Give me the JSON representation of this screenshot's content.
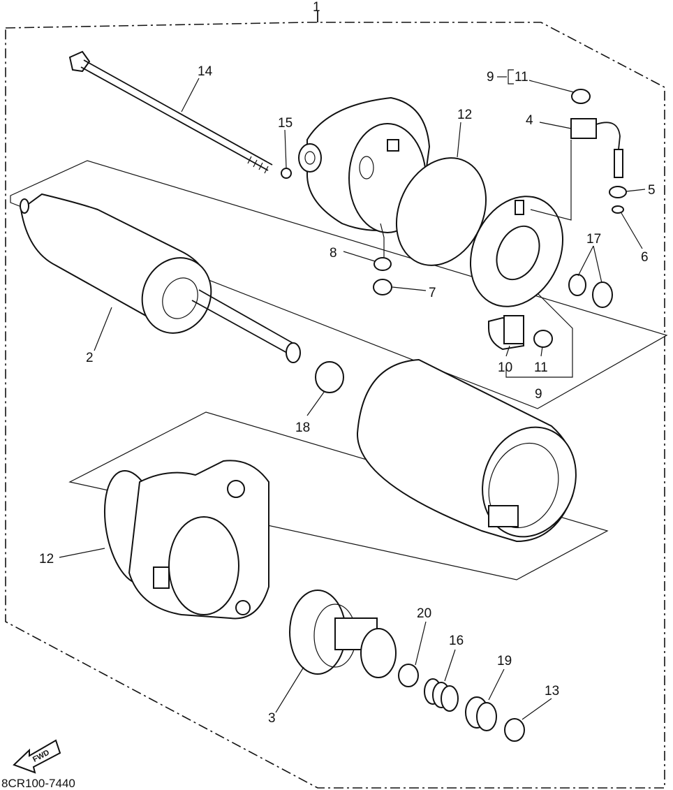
{
  "diagram": {
    "assembly_label": "1",
    "drawing_code": "8CR100-7440",
    "fwd_label": "FWD",
    "callouts": {
      "c14": "14",
      "c15": "15",
      "c12_top": "12",
      "c9_top": "9",
      "c11_top": "11",
      "c4": "4",
      "c5": "5",
      "c6": "6",
      "c17": "17",
      "c8": "8",
      "c7": "7",
      "c2": "2",
      "c10": "10",
      "c11_bottom": "11",
      "c9_bottom": "9",
      "c18": "18",
      "c12_left": "12",
      "c20": "20",
      "c16": "16",
      "c19": "19",
      "c13": "13",
      "c3": "3"
    }
  }
}
